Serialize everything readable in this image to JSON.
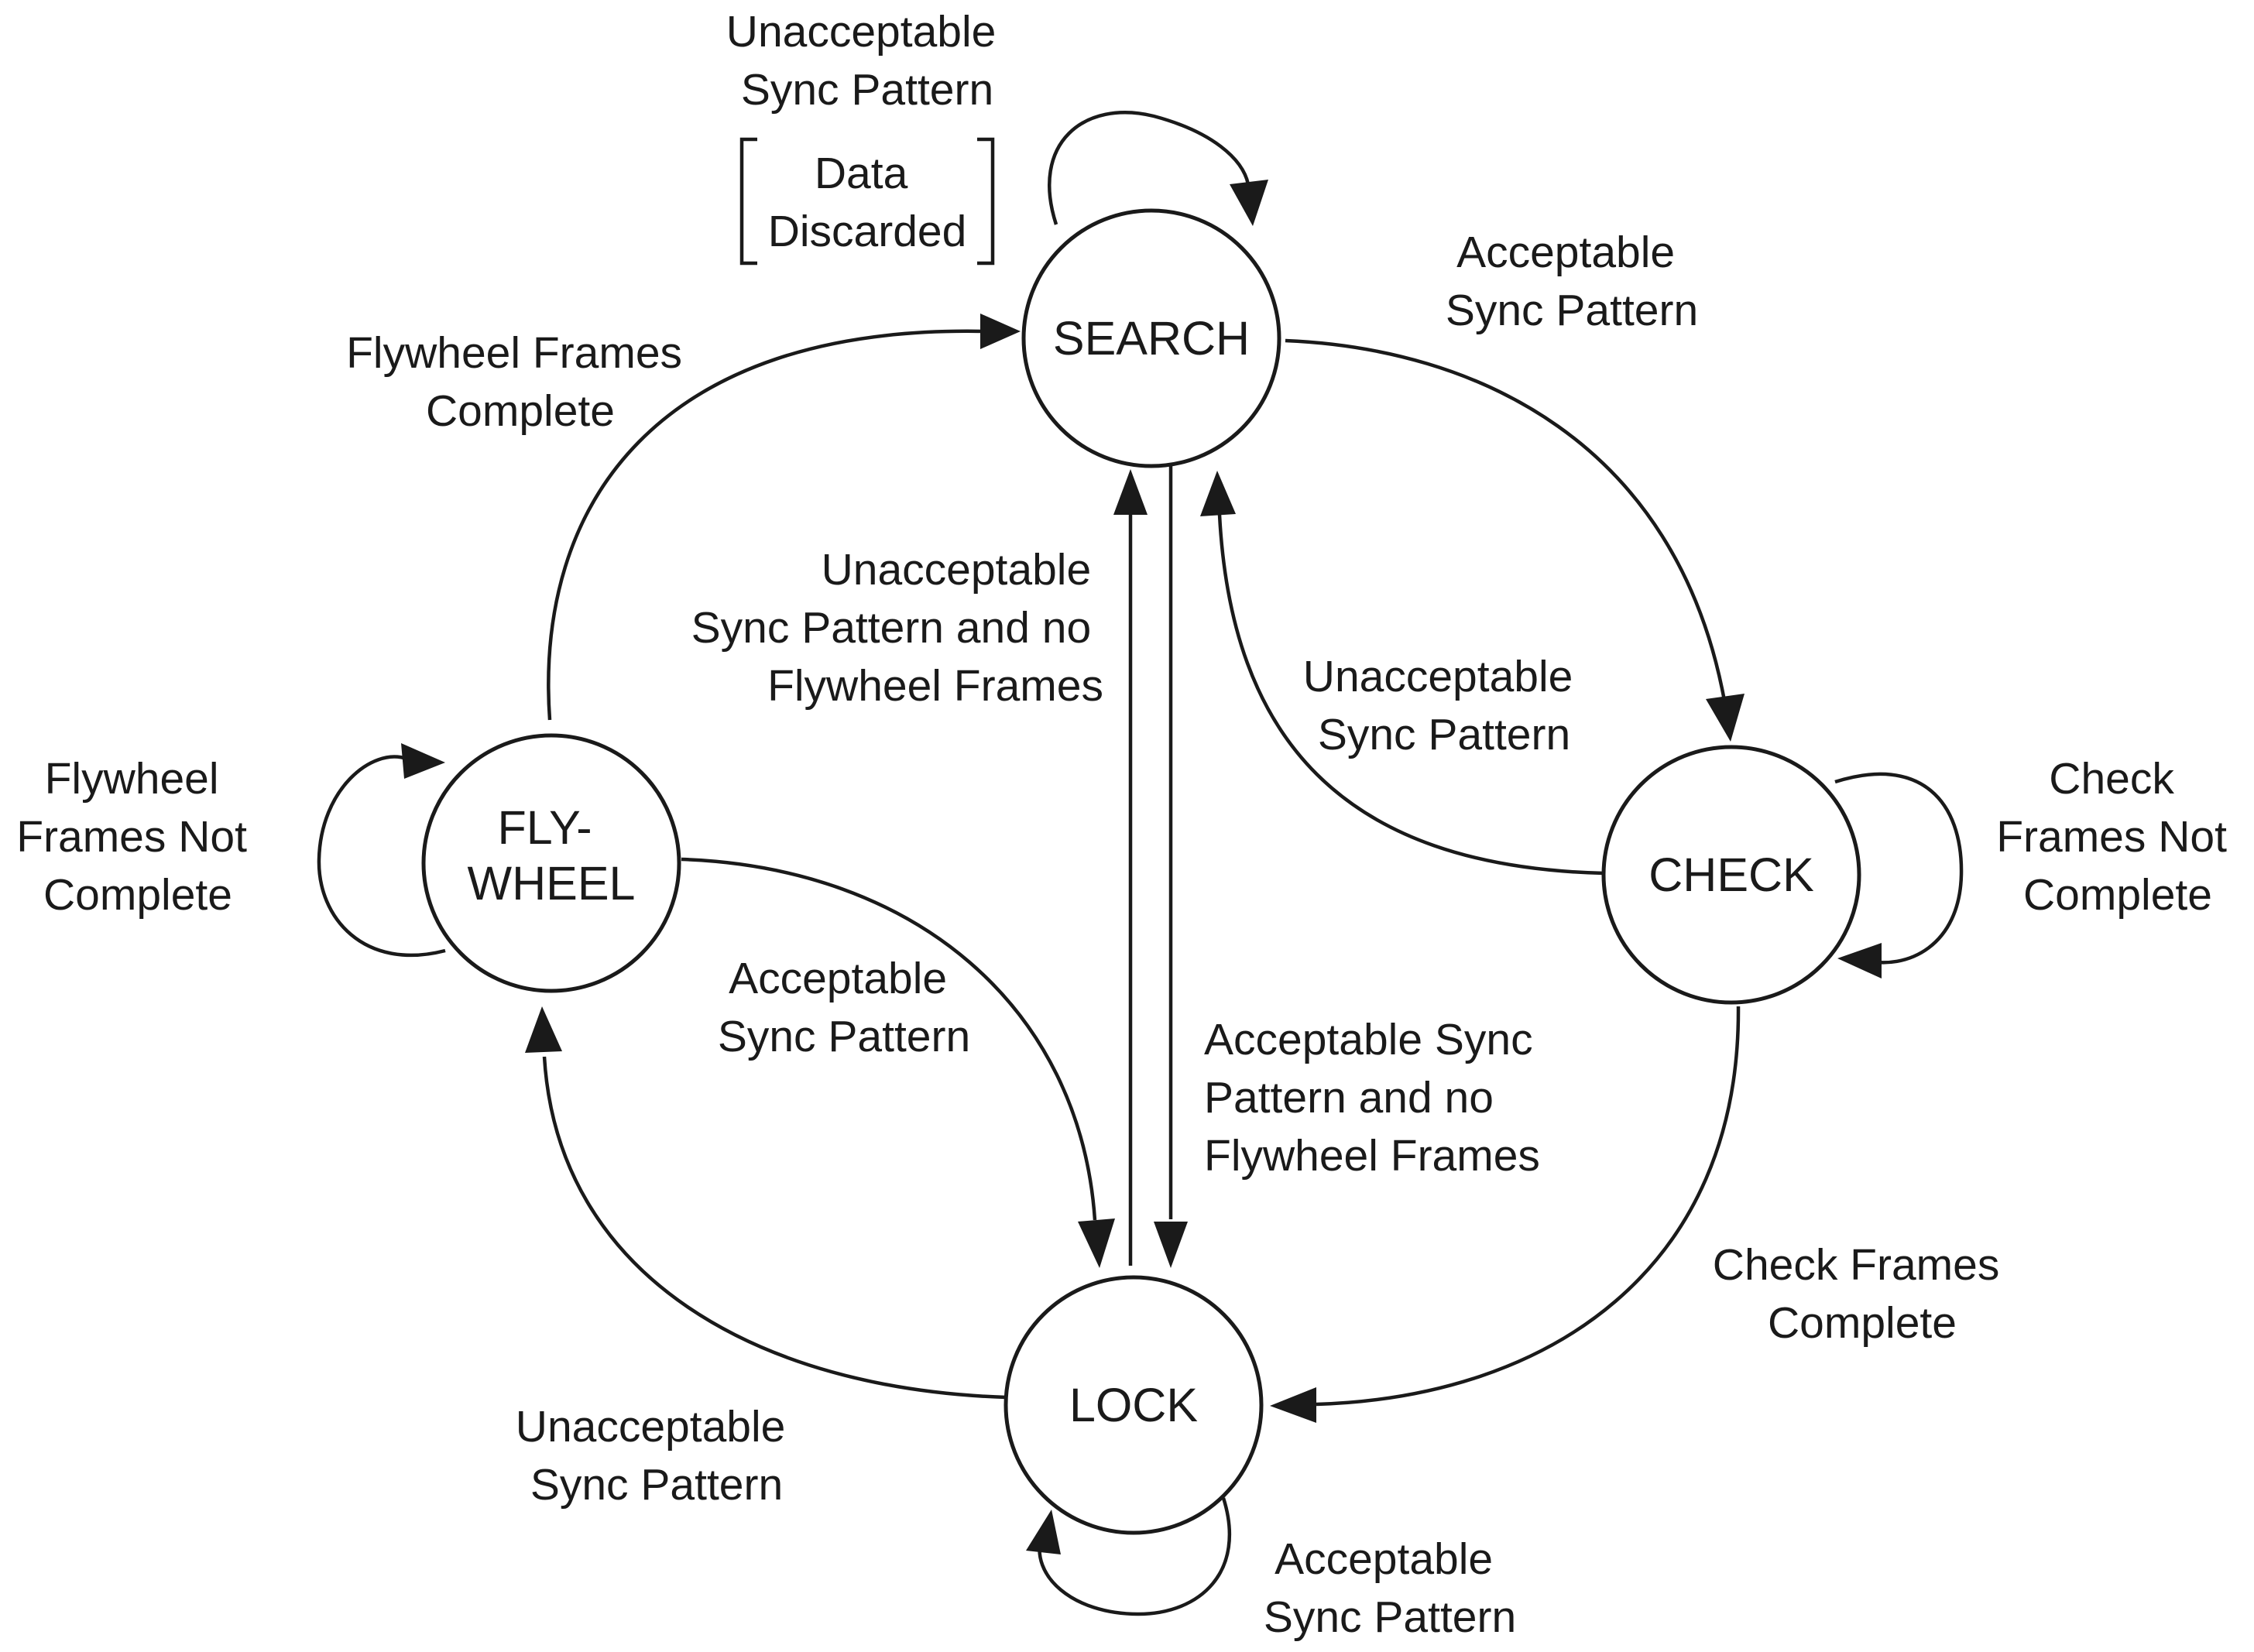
{
  "states": {
    "search": "SEARCH",
    "check": "CHECK",
    "lock": "LOCK",
    "flywheel": [
      "FLY-",
      "WHEEL"
    ]
  },
  "labels": {
    "search_self": [
      "Unacceptable",
      "Sync Pattern"
    ],
    "data_discarded": [
      "Data",
      "Discarded"
    ],
    "search_to_check": [
      "Acceptable",
      "Sync Pattern"
    ],
    "flywheel_to_search": [
      "Flywheel Frames",
      "Complete"
    ],
    "lock_to_search": [
      "Unacceptable",
      "Sync Pattern and no",
      "Flywheel Frames"
    ],
    "check_to_search": [
      "Unacceptable",
      "Sync Pattern"
    ],
    "check_self": [
      "Check",
      "Frames Not",
      "Complete"
    ],
    "flywheel_self": [
      "Flywheel",
      "Frames Not",
      "Complete"
    ],
    "flywheel_to_lock": [
      "Acceptable",
      "Sync Pattern"
    ],
    "search_to_lock": [
      "Acceptable Sync",
      "Pattern and no",
      "Flywheel Frames"
    ],
    "check_to_lock": [
      "Check Frames",
      "Complete"
    ],
    "lock_to_flywheel": [
      "Unacceptable",
      "Sync Pattern"
    ],
    "lock_self": [
      "Acceptable",
      "Sync Pattern"
    ]
  }
}
